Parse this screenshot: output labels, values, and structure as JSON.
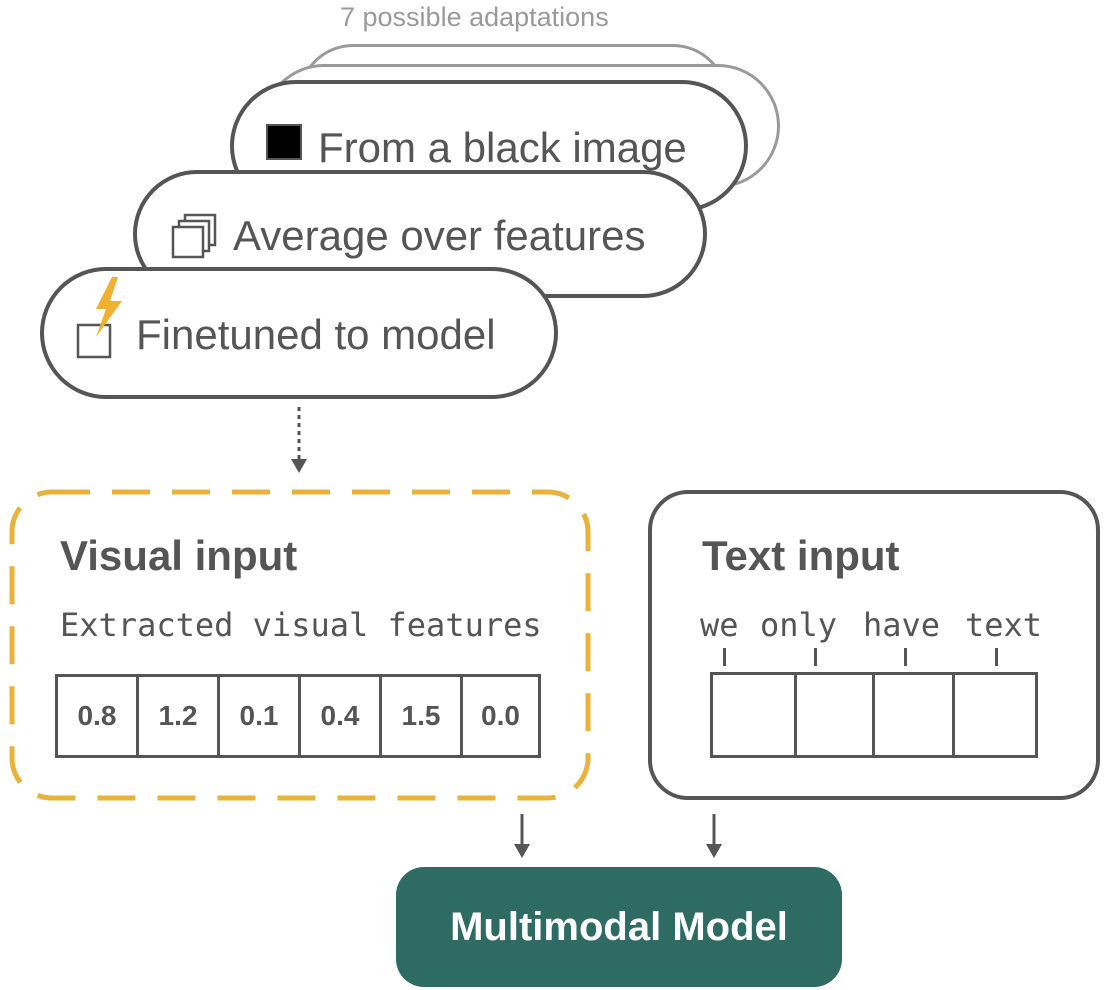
{
  "header": {
    "possible_adaptations": "7 possible adaptations"
  },
  "adaptations": [
    {
      "label": "From a black image",
      "icon": "black-square-icon"
    },
    {
      "label": "Average over features",
      "icon": "stacked-squares-icon"
    },
    {
      "label": "Finetuned to model",
      "icon": "lightning-square-icon"
    }
  ],
  "visual_input": {
    "title": "Visual input",
    "caption": "Extracted visual features",
    "values": [
      "0.8",
      "1.2",
      "0.1",
      "0.4",
      "1.5",
      "0.0"
    ]
  },
  "text_input": {
    "title": "Text input",
    "tokens": [
      "we",
      "only",
      "have",
      "text"
    ]
  },
  "model": {
    "label": "Multimodal Model"
  },
  "colors": {
    "accent_dashed": "#e9b23a",
    "model_fill": "#2d6b63",
    "stroke": "#555555",
    "ghost": "#9a9a9a",
    "lightning": "#f0b030"
  }
}
